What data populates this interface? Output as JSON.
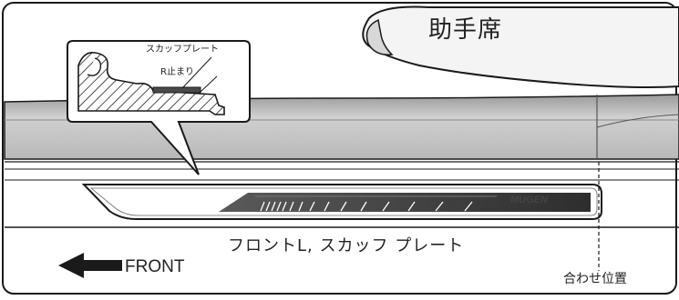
{
  "labels": {
    "seat": "助手席",
    "scuff_plate_callout": "スカッフプレート",
    "r_stop_callout": "R止まり",
    "part_name": "フロントL, スカッフ プレート",
    "direction": "FRONT",
    "alignment_position": "合わせ位置",
    "brand_logo": "MUGEN"
  },
  "colors": {
    "line": "#1a1a1a",
    "body_gray": "#bdbdbd",
    "stripe_dark": "#3d3d3d"
  }
}
